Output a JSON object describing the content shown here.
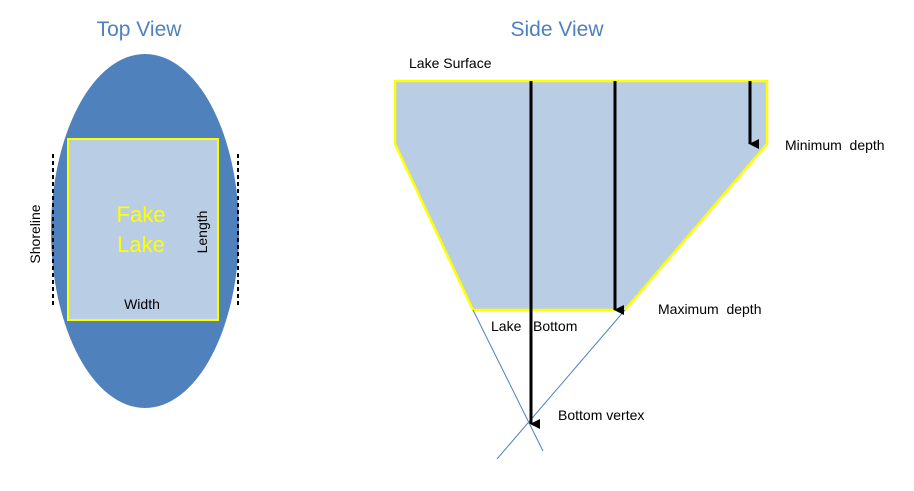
{
  "top_view": {
    "title": "Top View",
    "lake_name_line1": "Fake",
    "lake_name_line2": "Lake",
    "length_label": "Length",
    "width_label": "Width",
    "shoreline_label": "Shoreline"
  },
  "side_view": {
    "title": "Side View",
    "lake_surface_label": "Lake Surface",
    "lake_bottom_label": "Lake   Bottom",
    "minimum_depth_label": "Minimum  depth",
    "maximum_depth_label": "Maximum  depth",
    "bottom_vertex_label": "Bottom vertex"
  },
  "colors": {
    "title_blue": "#4f81bd",
    "dark_blue_fill": "#4f81bd",
    "light_blue_fill": "#b9cde5",
    "yellow_outline": "#ffff00"
  }
}
